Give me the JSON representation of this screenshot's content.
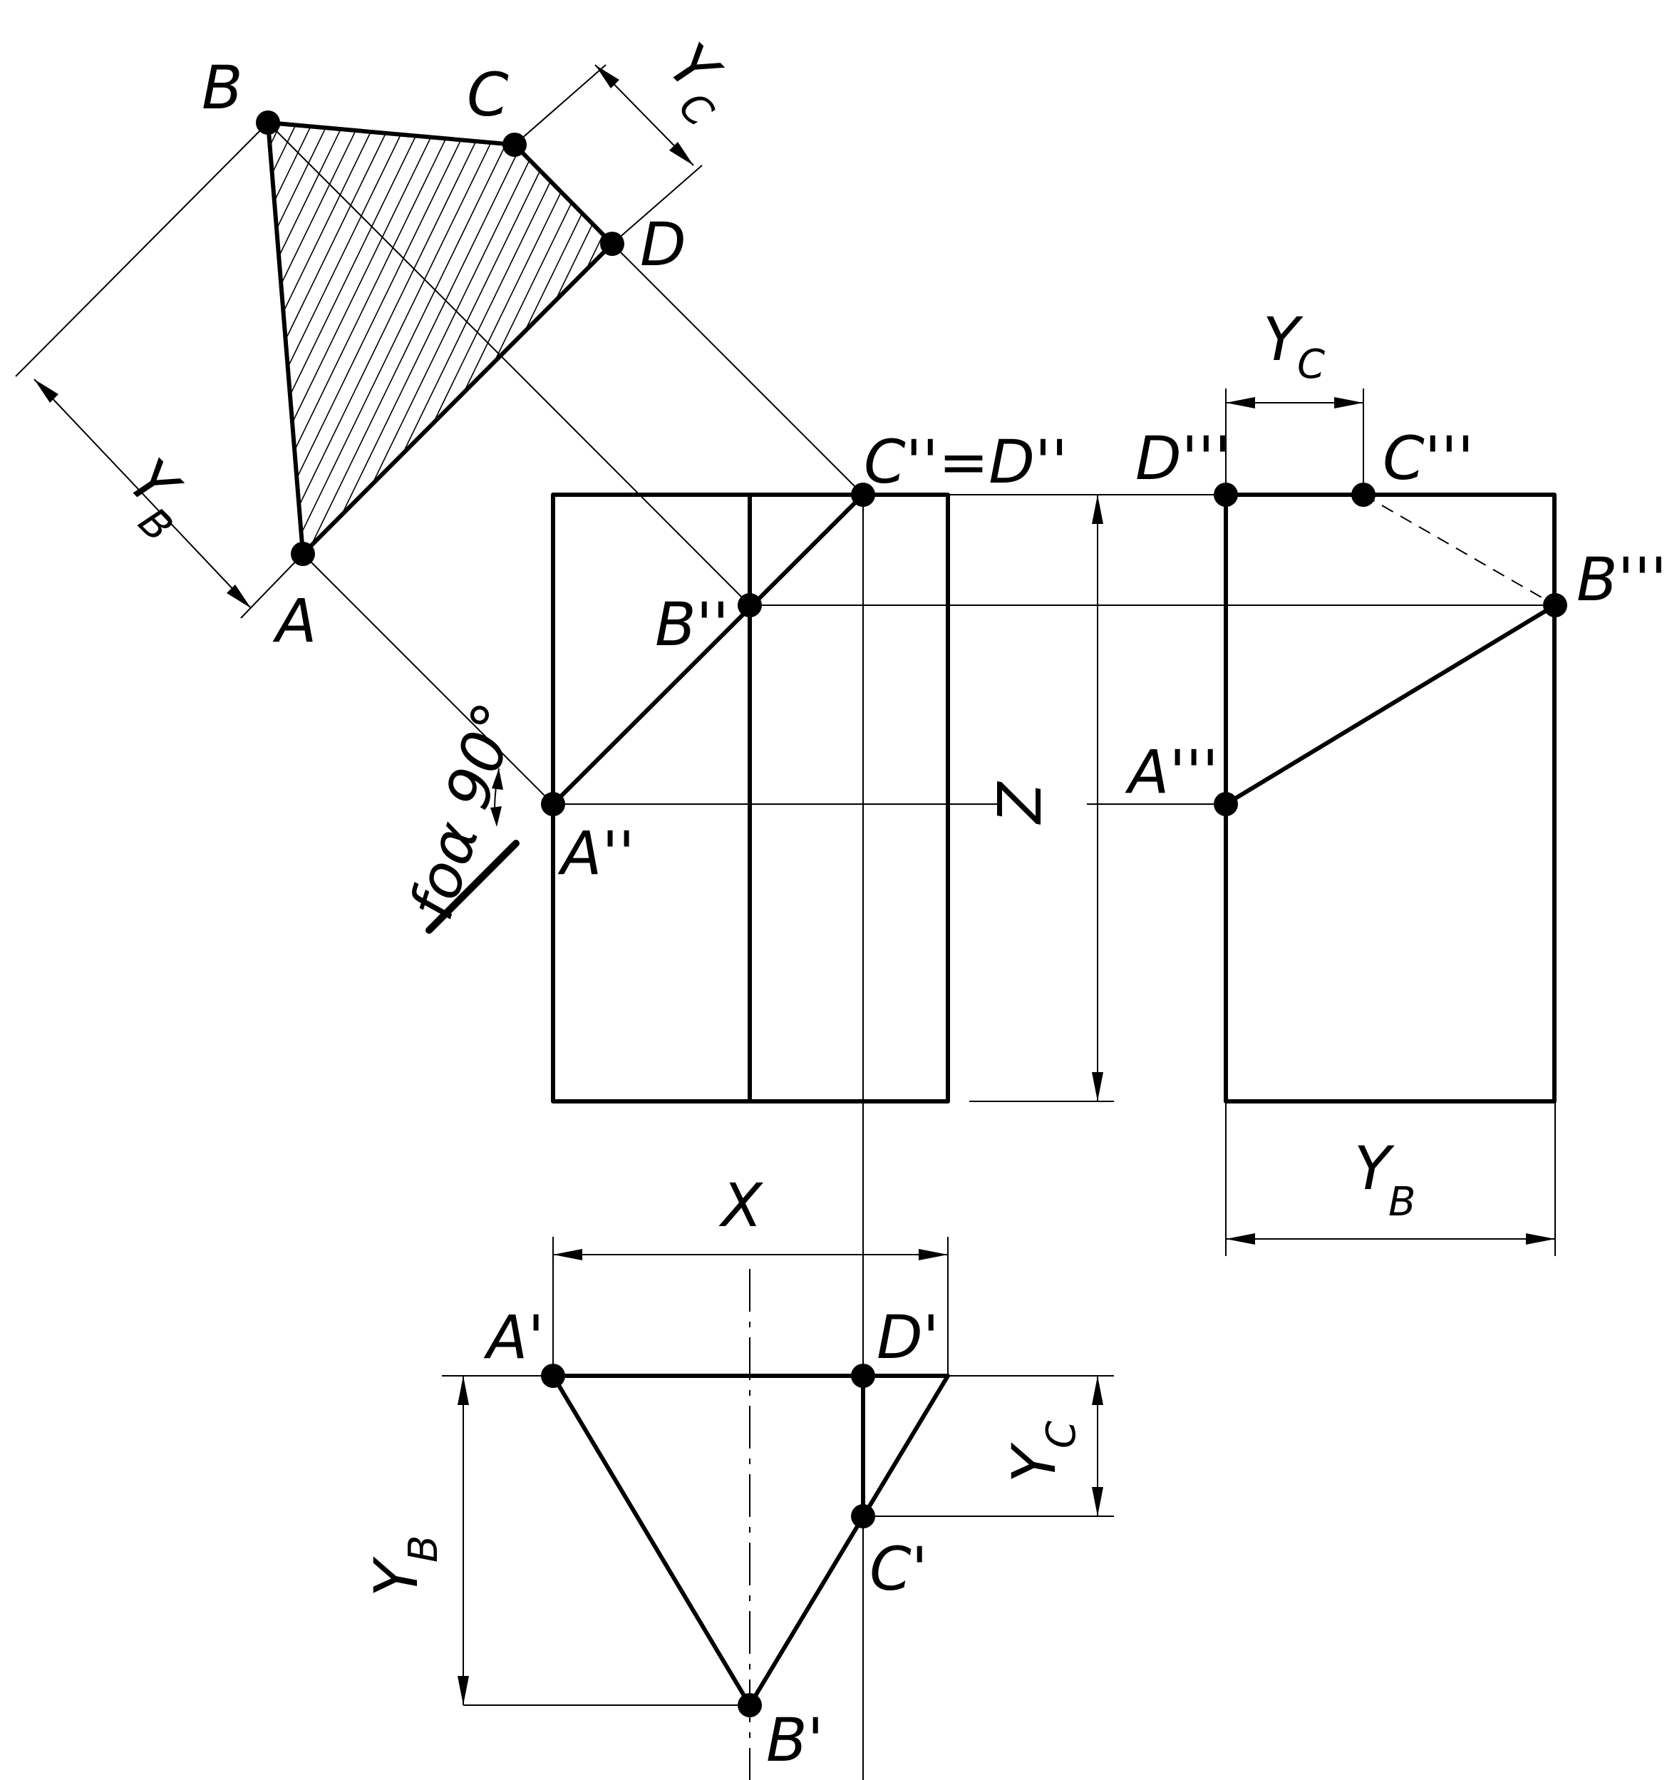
{
  "points": {
    "B": "B",
    "C": "C",
    "D": "D",
    "A": "A",
    "C2": "C''=D''",
    "B2": "B''",
    "A2": "A''",
    "D3": "D'''",
    "C3": "C'''",
    "B3": "B'''",
    "A3": "A'''",
    "A1": "A'",
    "D1": "D'",
    "C1": "C'",
    "B1": "B'"
  },
  "dimensions": {
    "y_letter": "Y",
    "sub_c": "C",
    "sub_b": "B",
    "z": "Z",
    "x": "X"
  },
  "angle_note": "foα 90°"
}
